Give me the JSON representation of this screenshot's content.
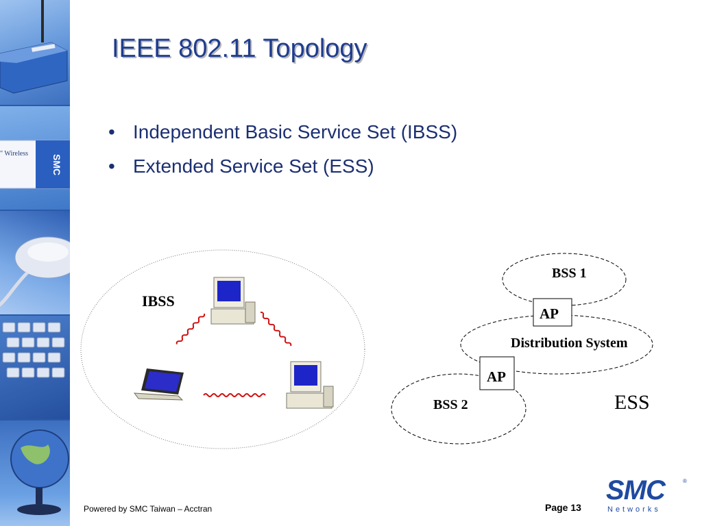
{
  "slide": {
    "title": "IEEE 802.11 Topology",
    "bullets": [
      "Independent Basic Service Set (IBSS)",
      "Extended Service Set (ESS)"
    ]
  },
  "diagram": {
    "ibss_label": "IBSS",
    "bss1_label": "BSS 1",
    "bss2_label": "BSS 2",
    "ap1_label": "AP",
    "ap2_label": "AP",
    "ds_label": "Distribution System",
    "ess_label": "ESS"
  },
  "footer": {
    "left_text": "Powered by SMC Taiwan – Acctran",
    "page_text": "Page 13"
  },
  "logo": {
    "main": "SMC",
    "reg": "®",
    "sub": "Networks"
  }
}
